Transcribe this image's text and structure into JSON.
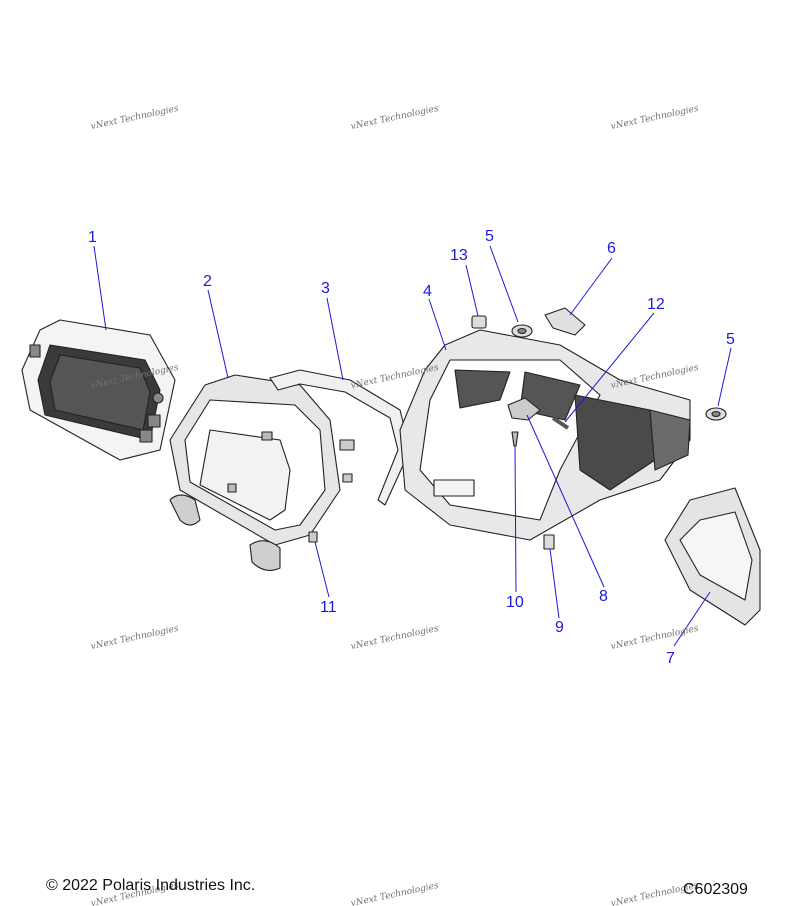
{
  "diagram": {
    "callouts": [
      {
        "id": "1",
        "label": "1"
      },
      {
        "id": "2",
        "label": "2"
      },
      {
        "id": "3",
        "label": "3"
      },
      {
        "id": "4",
        "label": "4"
      },
      {
        "id": "5a",
        "label": "5"
      },
      {
        "id": "5b",
        "label": "5"
      },
      {
        "id": "6",
        "label": "6"
      },
      {
        "id": "7",
        "label": "7"
      },
      {
        "id": "8",
        "label": "8"
      },
      {
        "id": "9",
        "label": "9"
      },
      {
        "id": "10",
        "label": "10"
      },
      {
        "id": "11",
        "label": "11"
      },
      {
        "id": "12",
        "label": "12"
      },
      {
        "id": "13",
        "label": "13"
      }
    ],
    "watermark_text": "vNext Technologies",
    "callout_color": "#1a1adb"
  },
  "footer": {
    "copyright": "© 2022 Polaris Industries Inc.",
    "figure_code": "C602309"
  }
}
